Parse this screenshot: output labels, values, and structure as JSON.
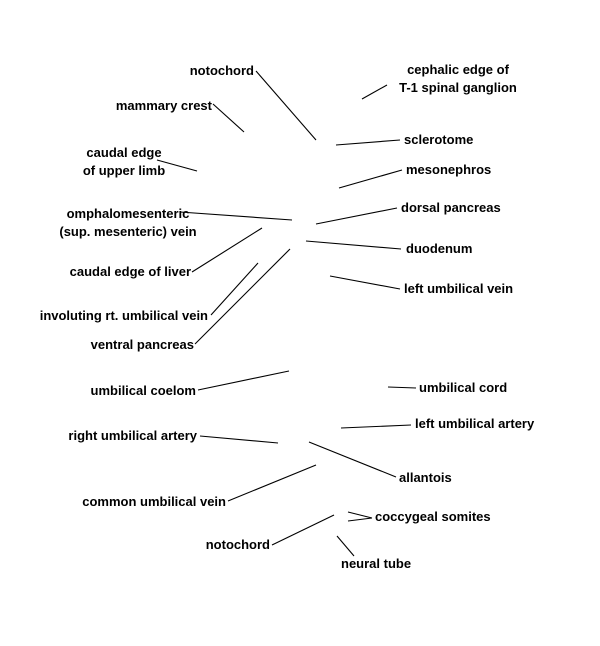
{
  "labels": {
    "notochord_top": "notochord",
    "cephalic_edge_l1": "cephalic edge of",
    "cephalic_edge_l2": "T-1 spinal ganglion",
    "mammary_crest": "mammary crest",
    "sclerotome": "sclerotome",
    "caudal_upper_limb_l1": "caudal edge",
    "caudal_upper_limb_l2": "of upper limb",
    "mesonephros": "mesonephros",
    "omphalomesenteric_l1": "omphalomesenteric",
    "omphalomesenteric_l2": "(sup. mesenteric) vein",
    "dorsal_pancreas": "dorsal pancreas",
    "duodenum": "duodenum",
    "caudal_edge_liver": "caudal edge of liver",
    "left_umbilical_vein": "left umbilical vein",
    "involuting_umbilical_vein": "involuting rt. umbilical vein",
    "ventral_pancreas": "ventral pancreas",
    "umbilical_coelom": "umbilical coelom",
    "umbilical_cord": "umbilical cord",
    "left_umbilical_artery": "left umbilical artery",
    "right_umbilical_artery": "right umbilical artery",
    "allantois": "allantois",
    "common_umbilical_vein": "common umbilical vein",
    "coccygeal_somites": "coccygeal somites",
    "notochord_bottom": "notochord",
    "neural_tube": "neural tube"
  }
}
